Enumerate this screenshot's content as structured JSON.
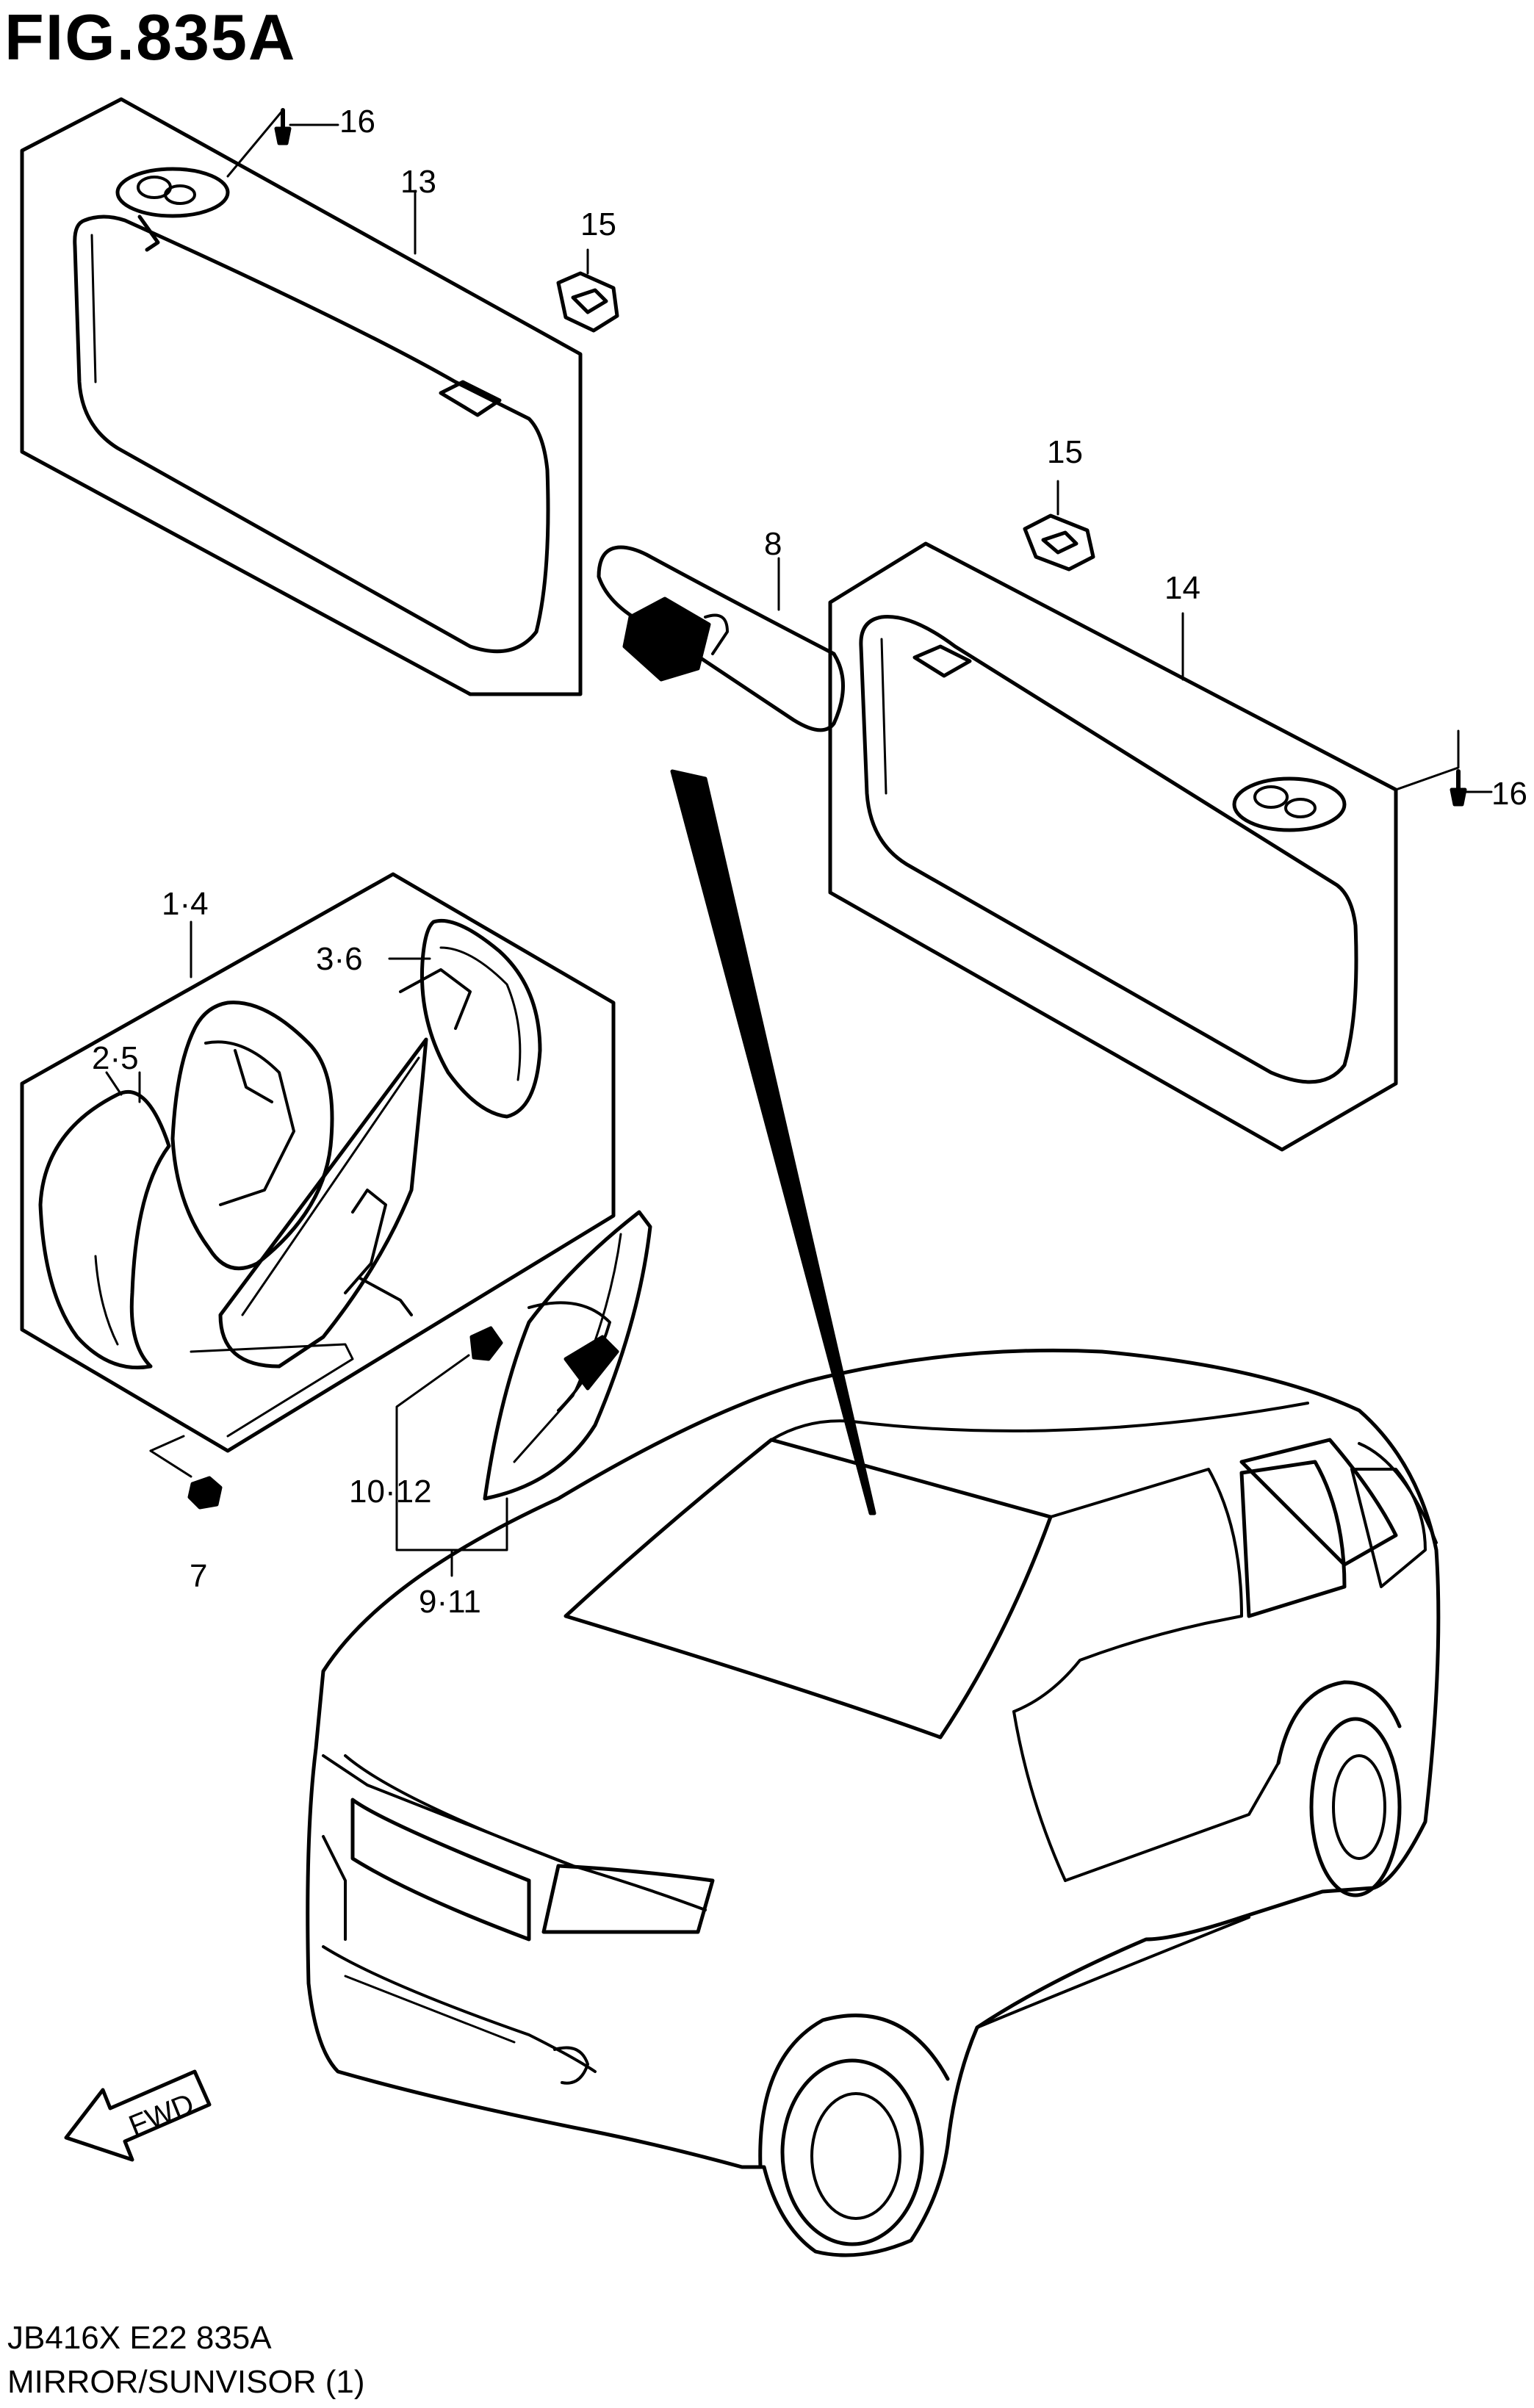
{
  "figure": {
    "title": "FIG.835A",
    "footer_code": "JB416X E22 835A",
    "footer_caption": "MIRROR/SUNVISOR (1)"
  },
  "callouts": {
    "c16a": "16",
    "c13": "13",
    "c15a": "15",
    "c15b": "15",
    "c8": "8",
    "c14": "14",
    "c16b": "16",
    "c1_4": "1·4",
    "c3_6": "3·6",
    "c2_5": "2·5",
    "c7": "7",
    "c10_12": "10·12",
    "c9_11": "9·11"
  },
  "arrow": {
    "label": "FWD"
  },
  "parts": [
    {
      "ref": "13",
      "name": "sunvisor-left"
    },
    {
      "ref": "14",
      "name": "sunvisor-right"
    },
    {
      "ref": "8",
      "name": "rear-view-mirror"
    }
  ]
}
